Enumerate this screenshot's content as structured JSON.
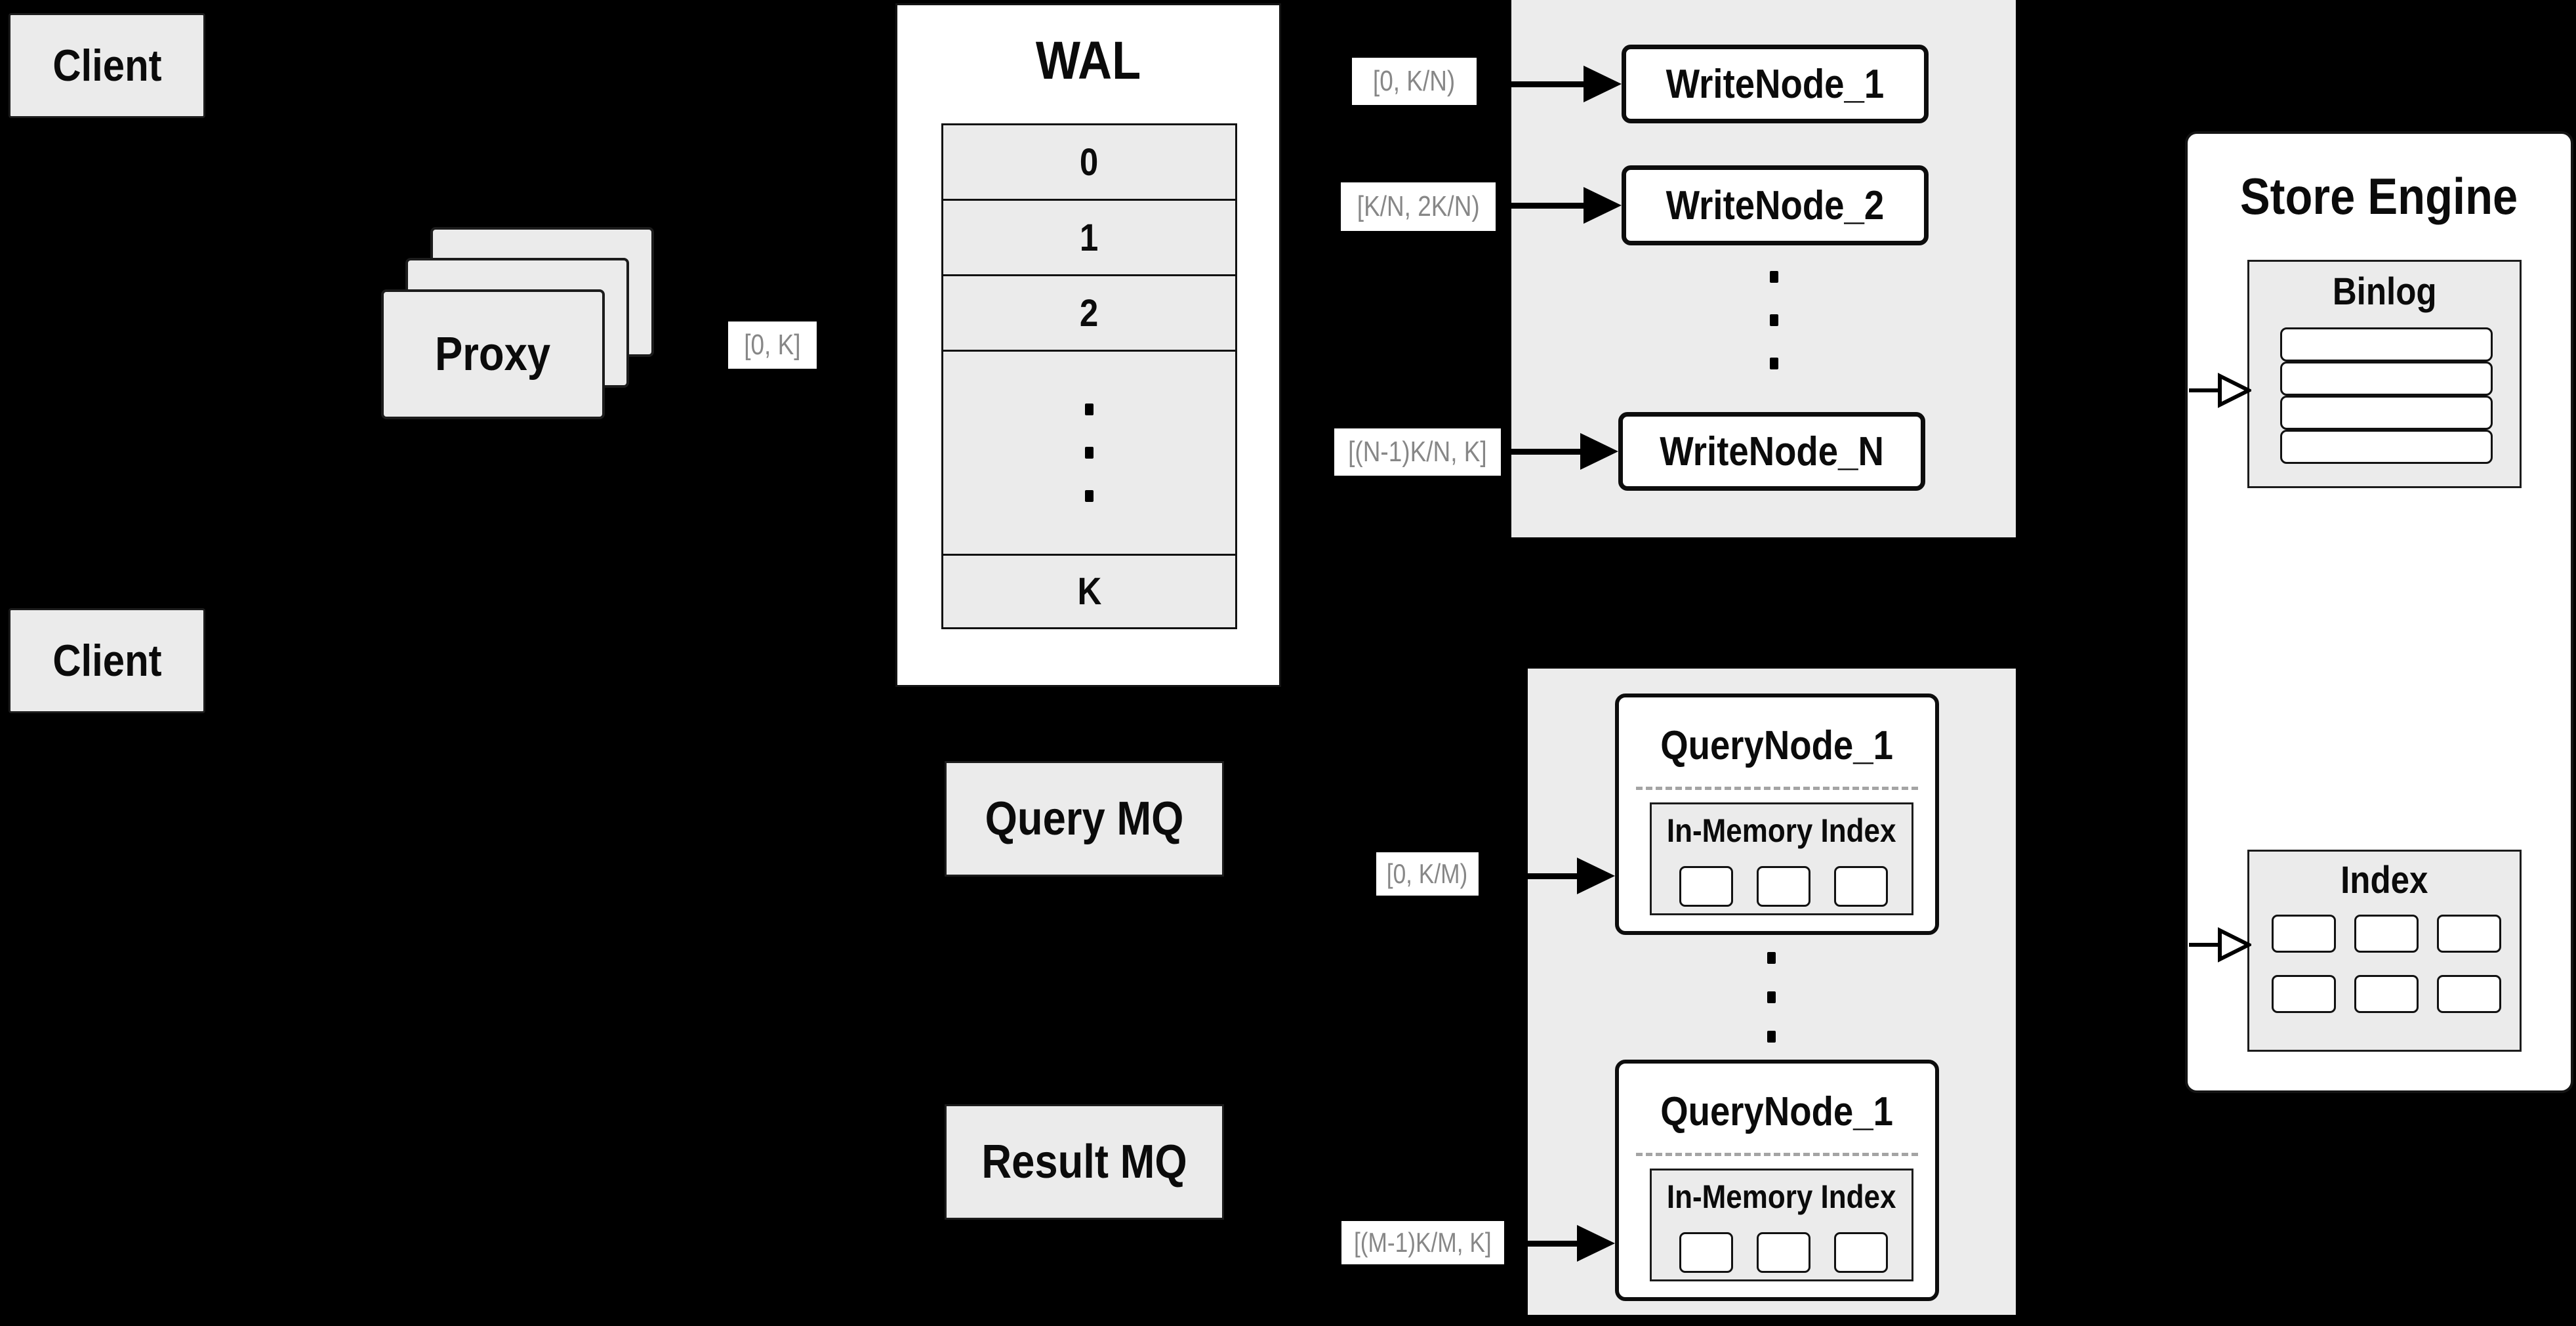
{
  "colors": {
    "background": "#000000",
    "panel_fill": "#ebebeb",
    "node_fill": "#ffffff",
    "border": "#141414",
    "label_text": "#878787"
  },
  "clients": {
    "top": "Client",
    "bottom": "Client"
  },
  "proxy": {
    "label": "Proxy",
    "range_label": "[0, K]"
  },
  "wal": {
    "title": "WAL",
    "rows": [
      "0",
      "1",
      "2"
    ],
    "k_row": "K"
  },
  "write_cluster": {
    "labels": [
      "[0, K/N)",
      "[K/N, 2K/N)",
      "[(N-1)K/N, K]"
    ],
    "nodes": [
      "WriteNode_1",
      "WriteNode_2",
      "WriteNode_N"
    ]
  },
  "store_engine": {
    "title": "Store Engine",
    "binlog_title": "Binlog",
    "index_title": "Index"
  },
  "mq": {
    "query": "Query MQ",
    "result": "Result MQ"
  },
  "query_cluster": {
    "labels": [
      "[0, K/M)",
      "[(M-1)K/M, K]"
    ],
    "nodes": [
      {
        "title": "QueryNode_1",
        "inner": "In-Memory Index"
      },
      {
        "title": "QueryNode_1",
        "inner": "In-Memory Index"
      }
    ]
  }
}
